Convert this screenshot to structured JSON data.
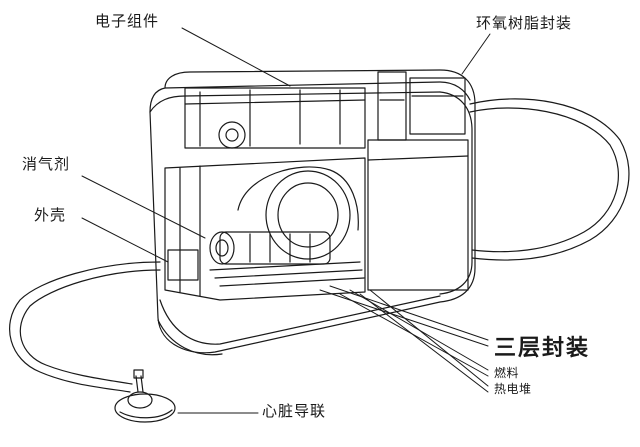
{
  "diagram": {
    "labels": {
      "electronics": "电子组件",
      "epoxy_seal": "环氧树脂封装",
      "getter": "消气剂",
      "shell": "外壳",
      "triple_seal": "三层封装",
      "fuel": "燃料",
      "thermopile": "热电堆",
      "cardiac_lead": "心脏导联"
    },
    "colors": {
      "ink": "#1a1a1a",
      "paper": "#ffffff",
      "shade": "#2b2b2b"
    }
  }
}
